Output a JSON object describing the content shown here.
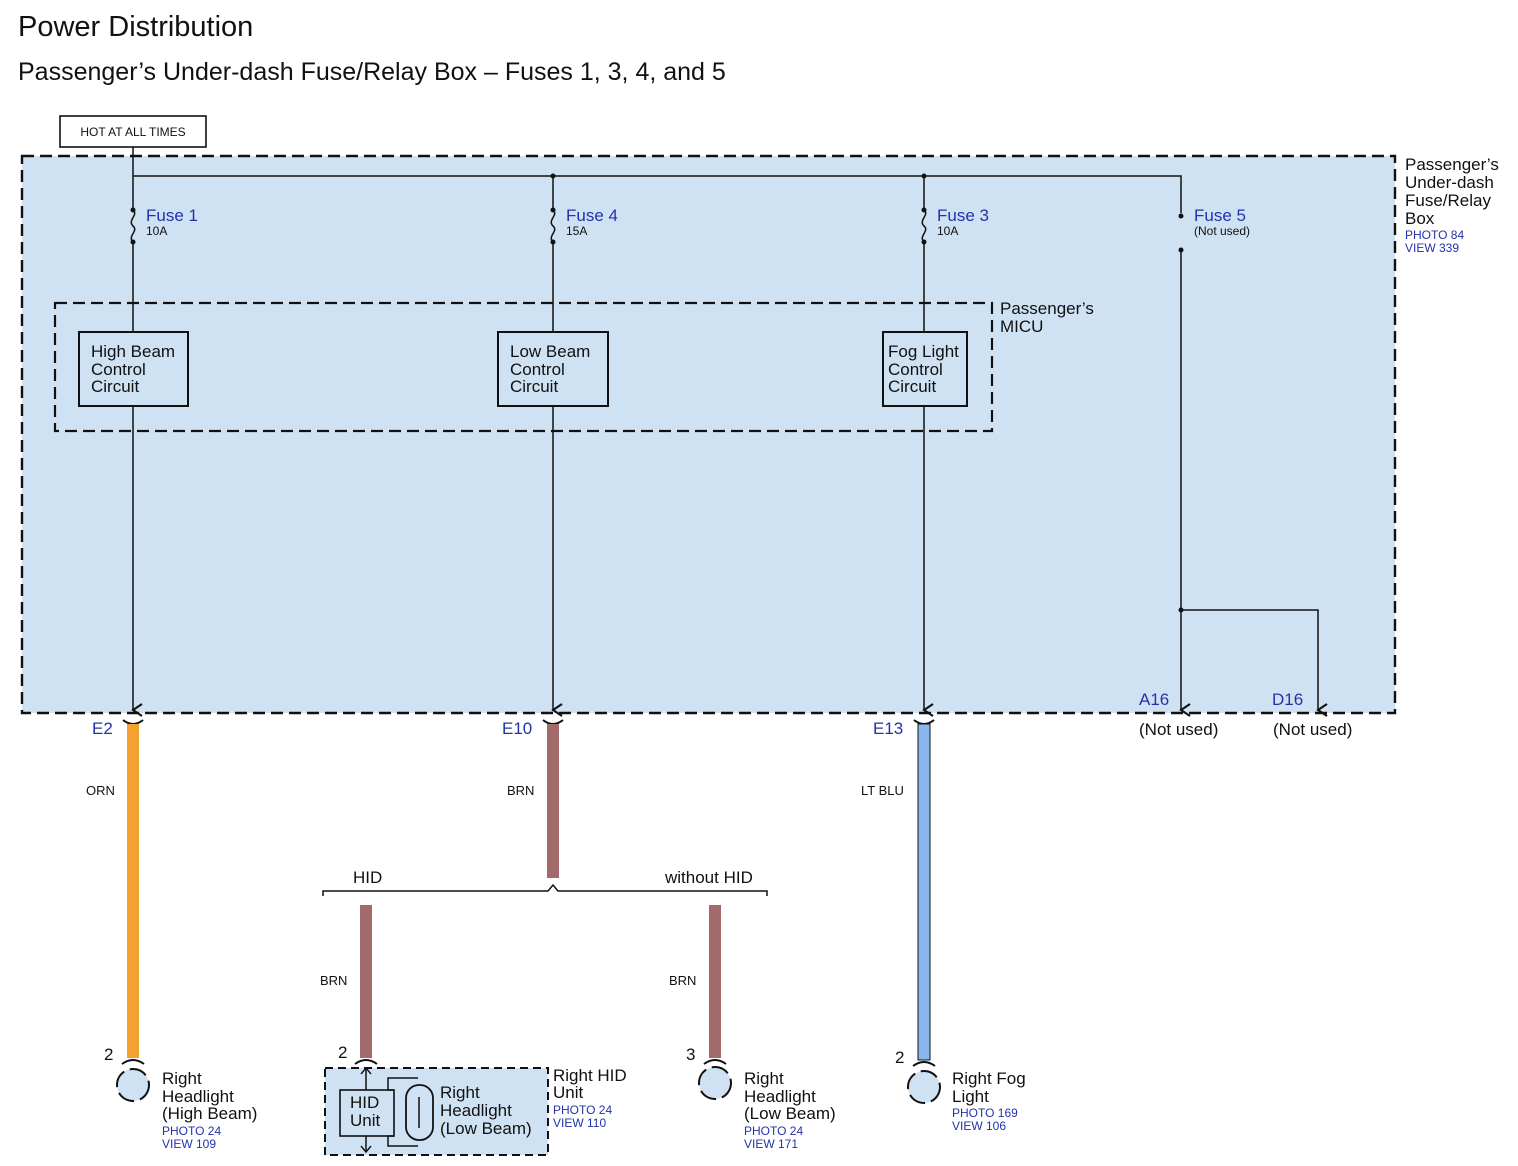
{
  "title": "Power Distribution",
  "subtitle": "Passenger’s Under-dash Fuse/Relay Box – Fuses 1, 3, 4, and 5",
  "hot_label": "HOT AT ALL TIMES",
  "fuse_box": {
    "name_lines": [
      "Passenger’s",
      "Under-dash",
      "Fuse/Relay",
      "Box"
    ],
    "photo": "PHOTO 84",
    "view": "VIEW 339"
  },
  "fuses": {
    "f1": {
      "name": "Fuse 1",
      "rating": "10A"
    },
    "f4": {
      "name": "Fuse 4",
      "rating": "15A"
    },
    "f3": {
      "name": "Fuse 3",
      "rating": "10A"
    },
    "f5": {
      "name": "Fuse 5",
      "rating": "(Not used)"
    }
  },
  "micu": {
    "name_lines": [
      "Passenger’s",
      "MICU"
    ]
  },
  "circuits": {
    "high": [
      "High Beam",
      "Control",
      "Circuit"
    ],
    "low": [
      "Low Beam",
      "Control",
      "Circuit"
    ],
    "fog": [
      "Fog Light",
      "Control",
      "Circuit"
    ]
  },
  "terminals": {
    "e2": "E2",
    "e10": "E10",
    "e13": "E13",
    "a16": "A16",
    "d16": "D16",
    "a16_note": "(Not used)",
    "d16_note": "(Not used)"
  },
  "wires": {
    "orn": "ORN",
    "brn": "BRN",
    "ltblu": "LT BLU",
    "brn_hid": "BRN",
    "brn_nohid": "BRN"
  },
  "branches": {
    "hid": "HID",
    "without_hid": "without HID"
  },
  "pins": {
    "p_hb": "2",
    "p_hid": "2",
    "p_lb": "3",
    "p_fog": "2"
  },
  "components": {
    "hb_headlight": {
      "lines": [
        "Right",
        "Headlight",
        "(High Beam)"
      ],
      "photo": "PHOTO 24",
      "view": "VIEW 109"
    },
    "hid_unit": {
      "lines": [
        "Right HID",
        "Unit"
      ],
      "photo": "PHOTO 24",
      "view": "VIEW 110",
      "inner": [
        "HID",
        "Unit"
      ],
      "lamp": [
        "Right",
        "Headlight",
        "(Low Beam)"
      ]
    },
    "lb_headlight": {
      "lines": [
        "Right",
        "Headlight",
        "(Low Beam)"
      ],
      "photo": "PHOTO 24",
      "view": "VIEW 171"
    },
    "fog_light": {
      "lines": [
        "Right Fog",
        "Light"
      ],
      "photo": "PHOTO 169",
      "view": "VIEW 106"
    }
  },
  "colors": {
    "box_fill": "#cfe2f3",
    "orange_wire": "#f5a033",
    "brown_wire": "#a26a6a",
    "blue_wire": "#8ab8ee",
    "label_blue": "#2233aa"
  }
}
